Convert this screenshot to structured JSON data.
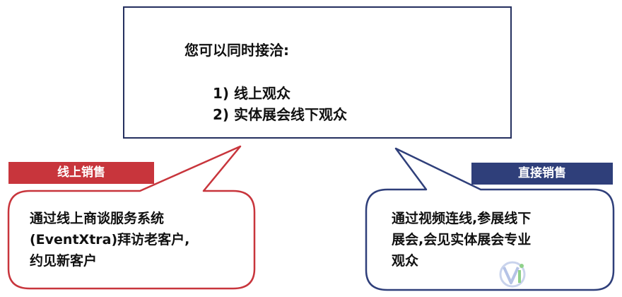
{
  "top_box": {
    "heading": "您可以同时接洽:",
    "items": [
      "1) 线上观众",
      "2) 实体展会线下观众"
    ]
  },
  "left": {
    "tag": "线上销售",
    "lines": [
      "通过线上商谈服务系统",
      "(EventXtra)拜访老客户,",
      "约见新客户"
    ]
  },
  "right": {
    "tag": "直接销售",
    "lines": [
      "通过视频连线,参展线下",
      "展会,会见实体展会专业",
      "观众"
    ]
  },
  "colors": {
    "box_border": "#25305f",
    "left_accent": "#c8353c",
    "right_accent": "#2f3f7a",
    "text": "#111111"
  },
  "watermark_icon": "logo-mark-icon"
}
